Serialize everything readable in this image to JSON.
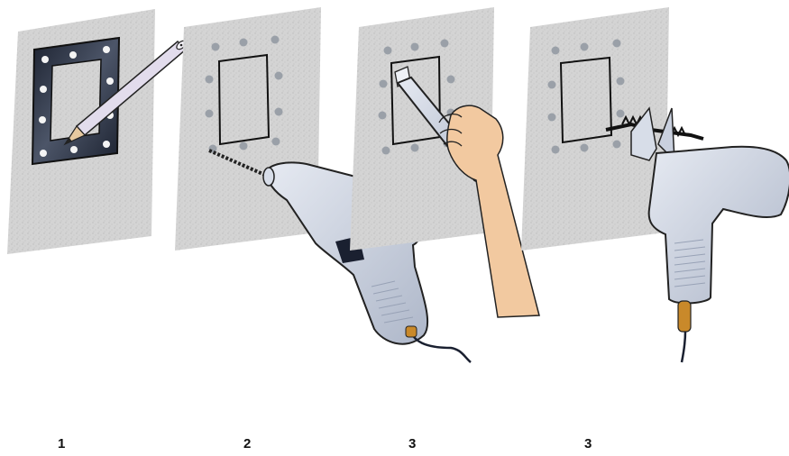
{
  "steps": [
    {
      "label": "1",
      "panel": "template-tracing",
      "tool_icon": "pencil-icon"
    },
    {
      "label": "2",
      "panel": "drilling-corner-holes",
      "tool_icon": "drill-icon"
    },
    {
      "label": "3",
      "panel": "cutting-with-utility-knife",
      "tool_icon": "utility-knife-icon"
    },
    {
      "label": "3",
      "panel": "cutting-with-jigsaw",
      "tool_icon": "jigsaw-icon"
    }
  ],
  "colors": {
    "panel": "#d2d2d2",
    "panel_speckle": "#bdbdbd",
    "template": "#2a3040",
    "outline": "#111111",
    "marker": "#9aa0a8",
    "tool_body": "#c9d0de",
    "tool_shadow": "#a9b2c4",
    "pencil": "#e2dcec",
    "skin": "#f2c9a0",
    "cord": "#1a2030",
    "plug": "#c9892a"
  }
}
